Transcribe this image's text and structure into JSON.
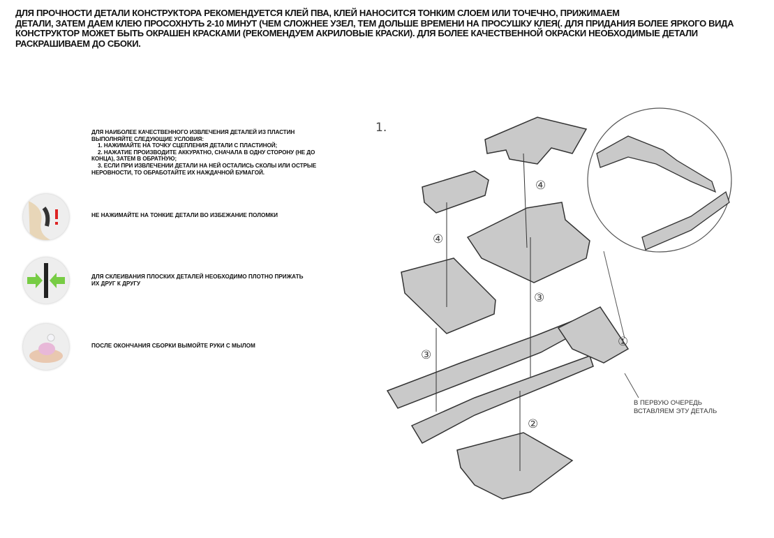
{
  "intro_lines": [
    "ДЛЯ ПРОЧНОСТИ ДЕТАЛИ КОНСТРУКТОРА РЕКОМЕНДУЕТСЯ КЛЕЙ ПВА, КЛЕЙ НАНОСИТСЯ ТОНКИМ СЛОЕМ ИЛИ ТОЧЕЧНО, ПРИЖИМАЕМ",
    "ДЕТАЛИ, ЗАТЕМ ДАЕМ КЛЕЮ ПРОСОХНУТЬ 2-10 МИНУТ (ЧЕМ СЛОЖНЕЕ УЗЕЛ, ТЕМ ДОЛЬШЕ ВРЕМЕНИ НА ПРОСУШКУ КЛЕЯ(. ДЛЯ ПРИДАНИЯ БОЛЕЕ ЯРКОГО ВИДА",
    "КОНСТРУКТОР МОЖЕТ БЫТЬ ОКРАШЕН КРАСКАМИ (РЕКОМЕНДУЕМ АКРИЛОВЫЕ КРАСКИ). ДЛЯ БОЛЕЕ КАЧЕСТВЕННОЙ ОКРАСКИ НЕОБХОДИМЫЕ ДЕТАЛИ",
    "РАСКРАШИВАЕМ ДО СБОКИ."
  ],
  "rules": {
    "heading1": "ДЛЯ НАИБОЛЕЕ КАЧЕСТВЕННОГО ИЗВЛЕЧЕНИЯ ДЕТАЛЕЙ ИЗ ПЛАСТИН",
    "heading2": "ВЫПОЛНЯЙТЕ СЛЕДУЮЩИЕ УСЛОВИЯ:",
    "item1": "1. НАЖИМАЙТЕ НА ТОЧКУ СЦЕПЛЕНИЯ ДЕТАЛИ С ПЛАСТИНОЙ;",
    "item2a": "2. НАЖАТИЕ ПРОИЗВОДИТЕ АККУРАТНО, СНАЧАЛА В ОДНУ СТОРОНУ (НЕ ДО",
    "item2b": "КОНЦА), ЗАТЕМ В ОБРАТНУЮ;",
    "item3a": "3. ЕСЛИ ПРИ ИЗВЛЕЧЕНИИ ДЕТАЛИ НА НЕЙ ОСТАЛИСЬ СКОЛЫ ИЛИ ОСТРЫЕ",
    "item3b": "НЕРОВНОСТИ, ТО ОБРАБОТАЙТЕ ИХ НАЖДАЧНОЙ БУМАГОЙ."
  },
  "tips": [
    {
      "icon": "thin-part-warning-icon",
      "text": [
        "НЕ НАЖИМАЙТЕ  НА ТОНКИЕ ДЕТАЛИ ВО ИЗБЕЖАНИЕ ПОЛОМКИ"
      ]
    },
    {
      "icon": "press-together-icon",
      "text": [
        "ДЛЯ СКЛЕИВАНИЯ ПЛОСКИХ ДЕТАЛЕЙ НЕОБХОДИМО ПЛОТНО ПРИЖАТЬ",
        "ИХ ДРУГ К ДРУГУ"
      ]
    },
    {
      "icon": "wash-hands-icon",
      "text": [
        "ПОСЛЕ ОКОНЧАНИЯ СБОРКИ ВЫМОЙТЕ РУКИ С МЫЛОМ"
      ]
    }
  ],
  "diagram": {
    "step_label": "1.",
    "markers": [
      "④",
      "④",
      "③",
      "③",
      "①",
      "②"
    ],
    "callout_line1": "В ПЕРВУЮ ОЧЕРЕДЬ",
    "callout_line2": "ВСТАВЛЯЕМ ЭТУ ДЕТАЛЬ"
  }
}
